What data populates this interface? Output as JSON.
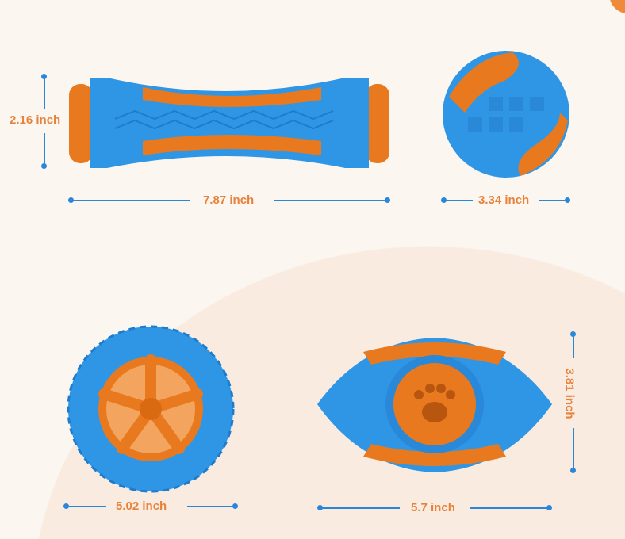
{
  "colors": {
    "background": "#fcf6f1",
    "toy_blue": "#2f96e6",
    "toy_orange": "#e8791e",
    "dimension_text": "#e8823a",
    "dimension_line": "#2a86d8"
  },
  "dimensions": {
    "stick_height": "2.16 inch",
    "stick_length": "7.87 inch",
    "ball_diameter": "3.34 inch",
    "tire_diameter": "5.02 inch",
    "football_length": "5.7 inch",
    "football_height": "3.81 inch"
  }
}
